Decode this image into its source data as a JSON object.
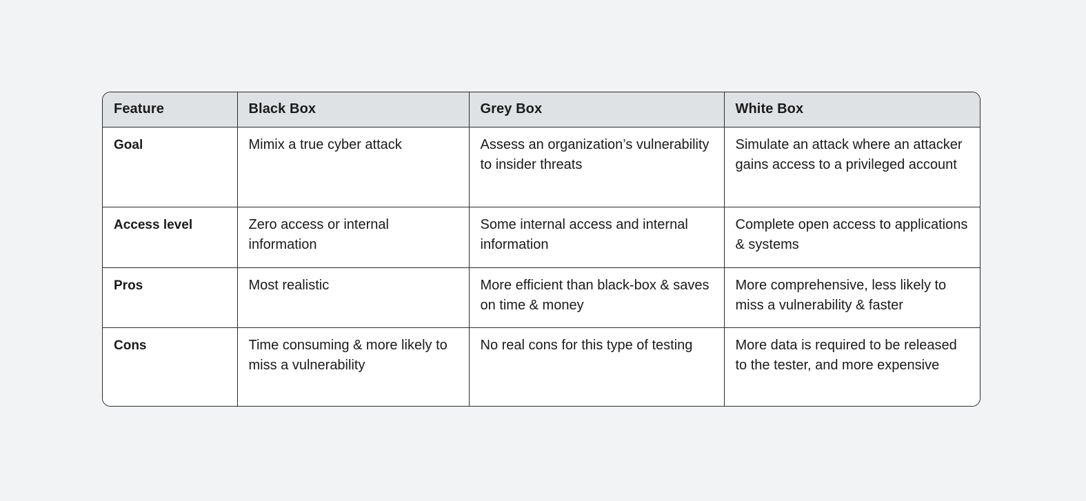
{
  "page": {
    "background_color": "#f1f3f5",
    "text_color": "#1a1a1a"
  },
  "table": {
    "colors": {
      "header_bg": "#dfe2e4",
      "body_bg": "#ffffff",
      "border": "#2b2b2b"
    },
    "columns": [
      {
        "label": "Feature"
      },
      {
        "label": "Black Box"
      },
      {
        "label": "Grey Box"
      },
      {
        "label": "White Box"
      }
    ],
    "rows": [
      {
        "label": "Goal",
        "cells": [
          "Mimix a true cyber attack",
          "Assess an organization’s vulnerability to insider threats",
          "Simulate an attack where an attacker gains access to a privileged account"
        ]
      },
      {
        "label": "Access level",
        "cells": [
          "Zero access or internal information",
          "Some internal access and internal information",
          "Complete open access to applications & systems"
        ]
      },
      {
        "label": "Pros",
        "cells": [
          "Most realistic",
          "More efficient than black-box & saves on time & money",
          "More comprehensive, less likely to miss a vulnerability & faster"
        ]
      },
      {
        "label": "Cons",
        "cells": [
          "Time consuming & more likely to miss a vulnerability",
          "No real cons for this type of testing",
          "More data is required to be released to the tester, and more expensive"
        ]
      }
    ]
  }
}
